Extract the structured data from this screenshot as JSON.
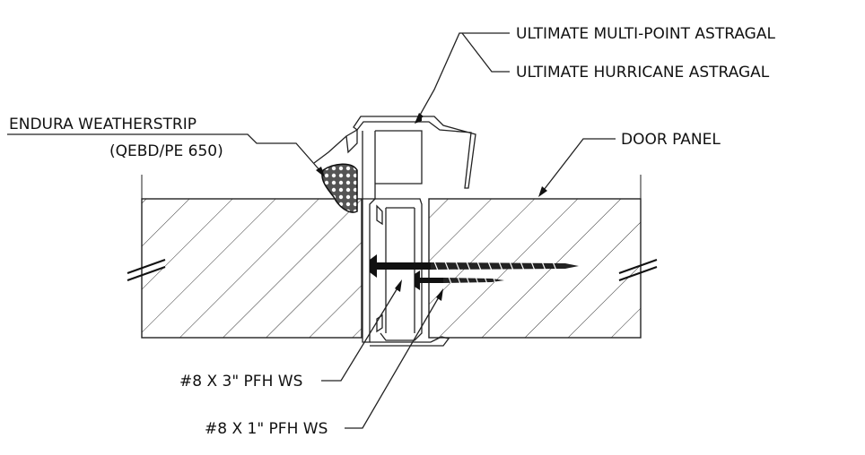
{
  "labels": {
    "multi_point": "ULTIMATE MULTI-POINT ASTRAGAL",
    "hurricane": "ULTIMATE HURRICANE ASTRAGAL",
    "weatherstrip_line1": "ENDURA WEATHERSTRIP",
    "weatherstrip_line2": "(QEBD/PE 650)",
    "door_panel": "DOOR PANEL",
    "screw_3in": "#8 X 3\" PFH WS",
    "screw_1in": "#8 X 1\" PFH WS"
  }
}
